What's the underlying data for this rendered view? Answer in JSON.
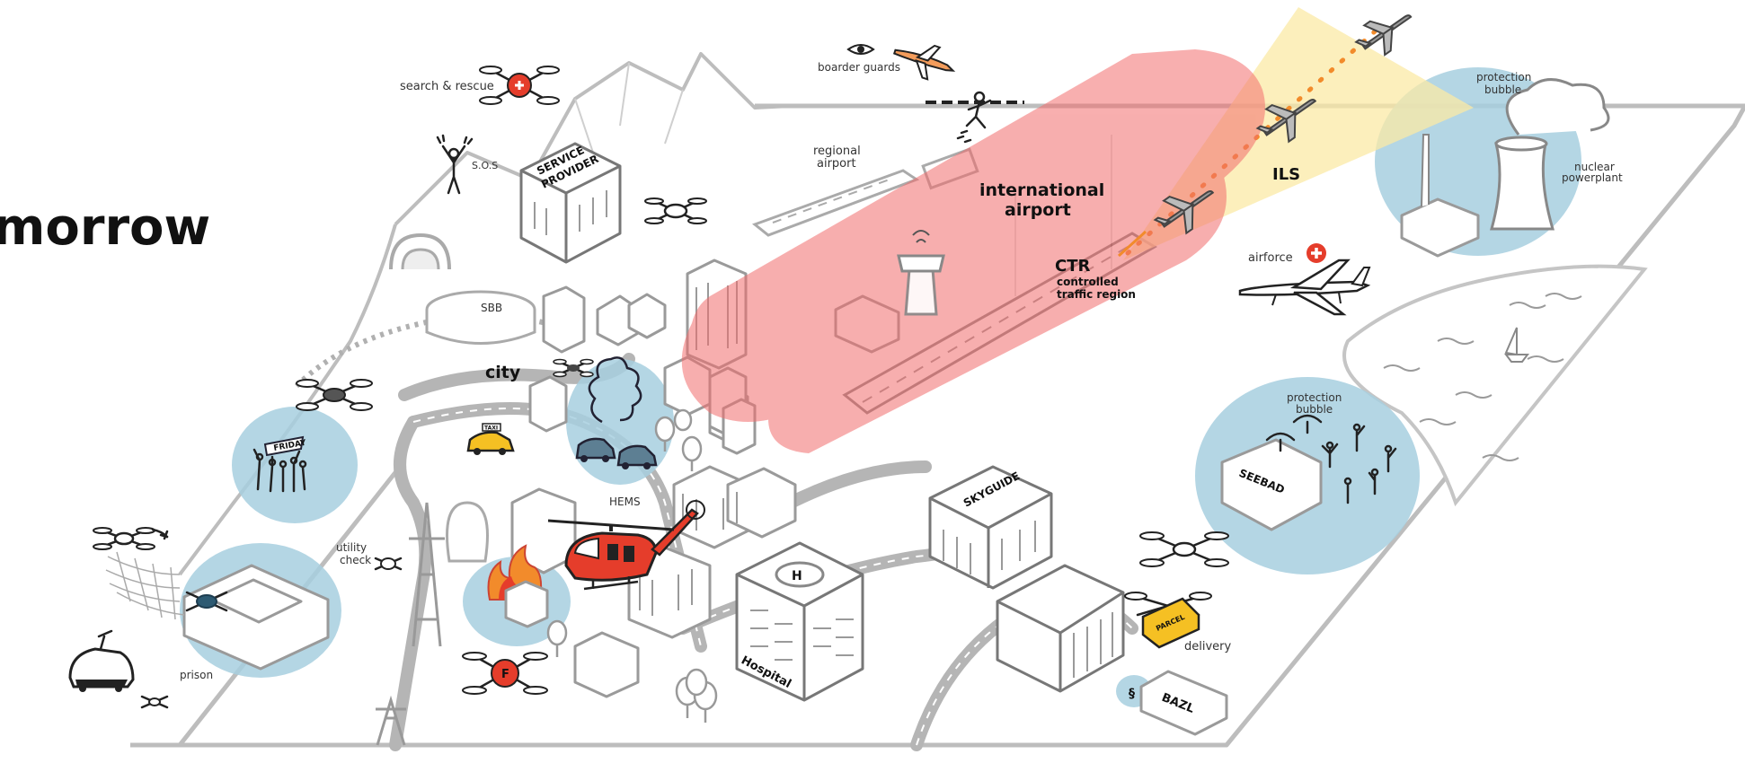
{
  "title_fragment": "morrow",
  "labels": {
    "search_rescue": "search & rescue",
    "sos": "S.O.S",
    "service_provider_line1": "SERVICE",
    "service_provider_line2": "PROVIDER",
    "boarder_guards": "boarder guards",
    "regional_airport_line1": "regional",
    "regional_airport_line2": "airport",
    "international_airport_line1": "international",
    "international_airport_line2": "airport",
    "ils": "ILS",
    "ctr": "CTR",
    "ctr_sub_line1": "controlled",
    "ctr_sub_line2": "traffic region",
    "airforce": "airforce",
    "protection_bubble_top_line1": "protection",
    "protection_bubble_top_line2": "bubble",
    "nuclear_line1": "nuclear",
    "nuclear_line2": "powerplant",
    "sbb": "SBB",
    "city": "city",
    "protest_sign": "FRIDAY",
    "taxi": "TAXI",
    "hems": "HEMS",
    "skyguide": "SKYGUIDE",
    "protection_bubble_mid_line1": "protection",
    "protection_bubble_mid_line2": "bubble",
    "seebad": "SEEBAD",
    "utility_line1": "utility",
    "utility_line2": "check",
    "prison": "prison",
    "hospital": "Hospital",
    "delivery": "delivery",
    "parcel": "PARCEL",
    "bazl_symbol": "§",
    "bazl": "BAZL",
    "fire_drone": "F"
  },
  "colors": {
    "airspace_red": "#f26d6d",
    "bubble_blue": "#a7cfdf",
    "ils_beam": "#fbe9a6",
    "ils_dots": "#f28b2b",
    "drone_red": "#e53d2b",
    "taxi_yellow": "#f5c023",
    "parcel_yellow": "#f5c023",
    "map_outline": "#bdbdbd"
  },
  "icons": [
    "search-rescue-drone-icon",
    "sos-person-icon",
    "eye-icon",
    "patrol-plane-icon",
    "running-person-icon",
    "airliner-icon",
    "control-tower-icon",
    "fighter-jet-icon",
    "red-cross-icon",
    "nuclear-plant-icon",
    "sailboat-icon",
    "quadcopter-icon",
    "taxi-icon",
    "car-icon",
    "smoke-icon",
    "helicopter-icon",
    "fire-icon",
    "firefighting-drone-icon",
    "delivery-drone-icon",
    "ground-robot-icon",
    "power-pylon-icon",
    "tree-icon",
    "bird-icon",
    "tunnel-icon"
  ]
}
